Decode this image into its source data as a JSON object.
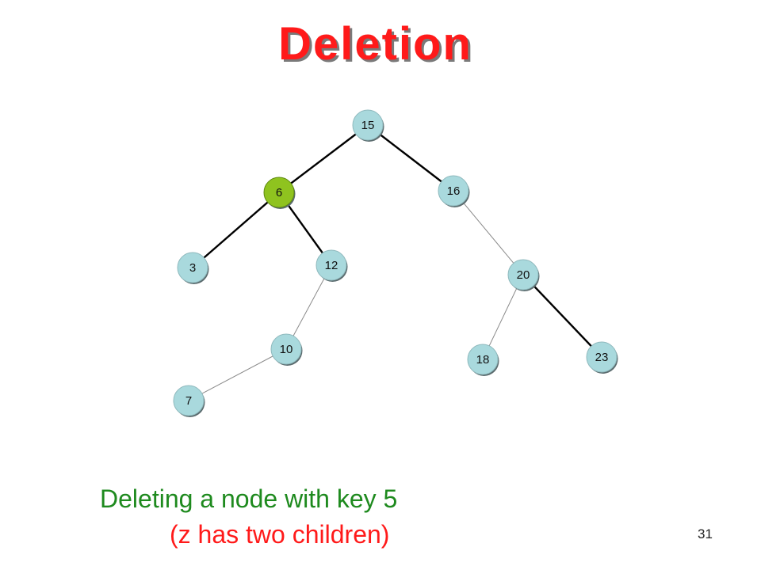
{
  "title": "Deletion",
  "tree": {
    "colors": {
      "node": "#a9d9dd",
      "highlight": "#8fc31f",
      "edge": "#000000"
    },
    "nodes": [
      {
        "id": "n15",
        "key": "15",
        "highlight": false
      },
      {
        "id": "n6",
        "key": "6",
        "highlight": true
      },
      {
        "id": "n16",
        "key": "16",
        "highlight": false
      },
      {
        "id": "n3",
        "key": "3",
        "highlight": false
      },
      {
        "id": "n12",
        "key": "12",
        "highlight": false
      },
      {
        "id": "n20",
        "key": "20",
        "highlight": false
      },
      {
        "id": "n10",
        "key": "10",
        "highlight": false
      },
      {
        "id": "n18",
        "key": "18",
        "highlight": false
      },
      {
        "id": "n23",
        "key": "23",
        "highlight": false
      },
      {
        "id": "n7",
        "key": "7",
        "highlight": false
      }
    ],
    "edges": [
      {
        "from": "n15",
        "to": "n6",
        "emphasis": true
      },
      {
        "from": "n15",
        "to": "n16",
        "emphasis": true
      },
      {
        "from": "n6",
        "to": "n3",
        "emphasis": true
      },
      {
        "from": "n6",
        "to": "n12",
        "emphasis": true
      },
      {
        "from": "n16",
        "to": "n20",
        "emphasis": false
      },
      {
        "from": "n12",
        "to": "n10",
        "emphasis": false
      },
      {
        "from": "n20",
        "to": "n18",
        "emphasis": false
      },
      {
        "from": "n20",
        "to": "n23",
        "emphasis": true
      },
      {
        "from": "n10",
        "to": "n7",
        "emphasis": false
      }
    ]
  },
  "caption": {
    "line1": "Deleting a node with key 5",
    "line2": "(z has two children)"
  },
  "page_number": "31"
}
